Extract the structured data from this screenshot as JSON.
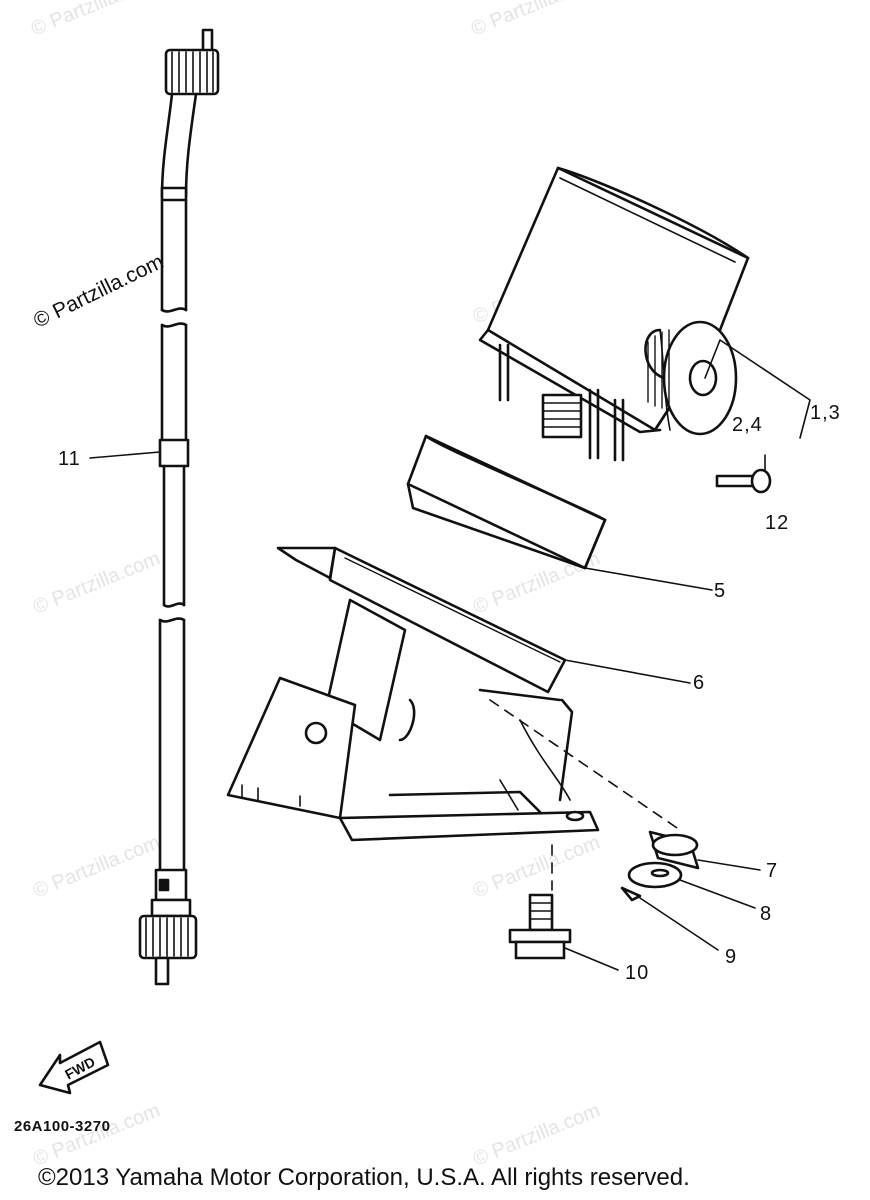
{
  "watermark": "© Partzilla.com",
  "callouts": {
    "c1_3": "1,3",
    "c2_4": "2,4",
    "c5": "5",
    "c6": "6",
    "c7": "7",
    "c8": "8",
    "c9": "9",
    "c10": "10",
    "c11": "11",
    "c12": "12"
  },
  "fwd_label": "FWD",
  "drawing_code": "26A100-3270",
  "copyright": "©2013 Yamaha Motor Corporation, U.S.A. All rights reserved."
}
